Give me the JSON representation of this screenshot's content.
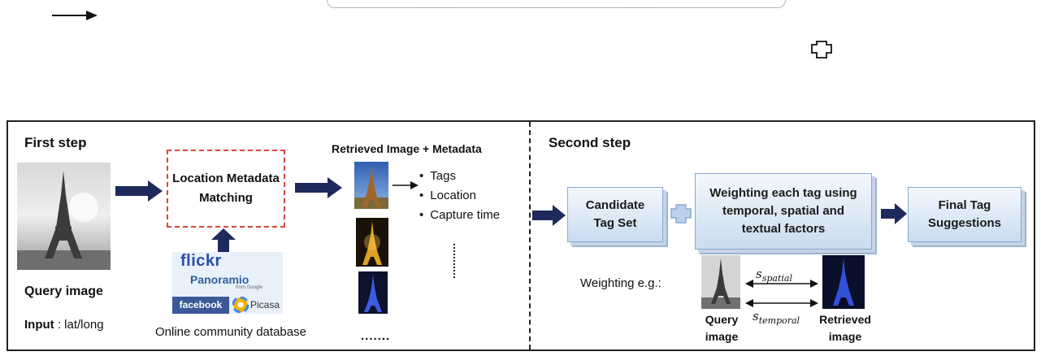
{
  "first_step": {
    "title": "First step",
    "query_image_label": "Query image",
    "input_label": "Input",
    "input_value": ": lat/long",
    "matching_box": "Location Metadata Matching",
    "online_db_label": "Online community database",
    "logos": {
      "flickr": "flickr",
      "panoramio": "Panoramio",
      "panoramio_sub": "from Google",
      "facebook": "facebook",
      "picasa": "Picasa"
    },
    "retrieved_title": "Retrieved Image + Metadata",
    "metadata_items": [
      "Tags",
      "Location",
      "Capture time"
    ],
    "more_dots": "......."
  },
  "second_step": {
    "title": "Second step",
    "candidate_box": "Candidate Tag Set",
    "weighting_box": "Weighting each tag using temporal, spatial and textual factors",
    "final_box": "Final Tag Suggestions",
    "example_label": "Weighting e.g.:",
    "s_spatial": "s",
    "s_spatial_sub": "spatial",
    "s_temporal": "s",
    "s_temporal_sub": "temporal",
    "query_label": "Query image",
    "retrieved_label": "Retrieved image"
  },
  "colors": {
    "arrow": "#1f2a5c",
    "box_border": "#8aa9cf",
    "dashed_red": "#d9463b"
  }
}
